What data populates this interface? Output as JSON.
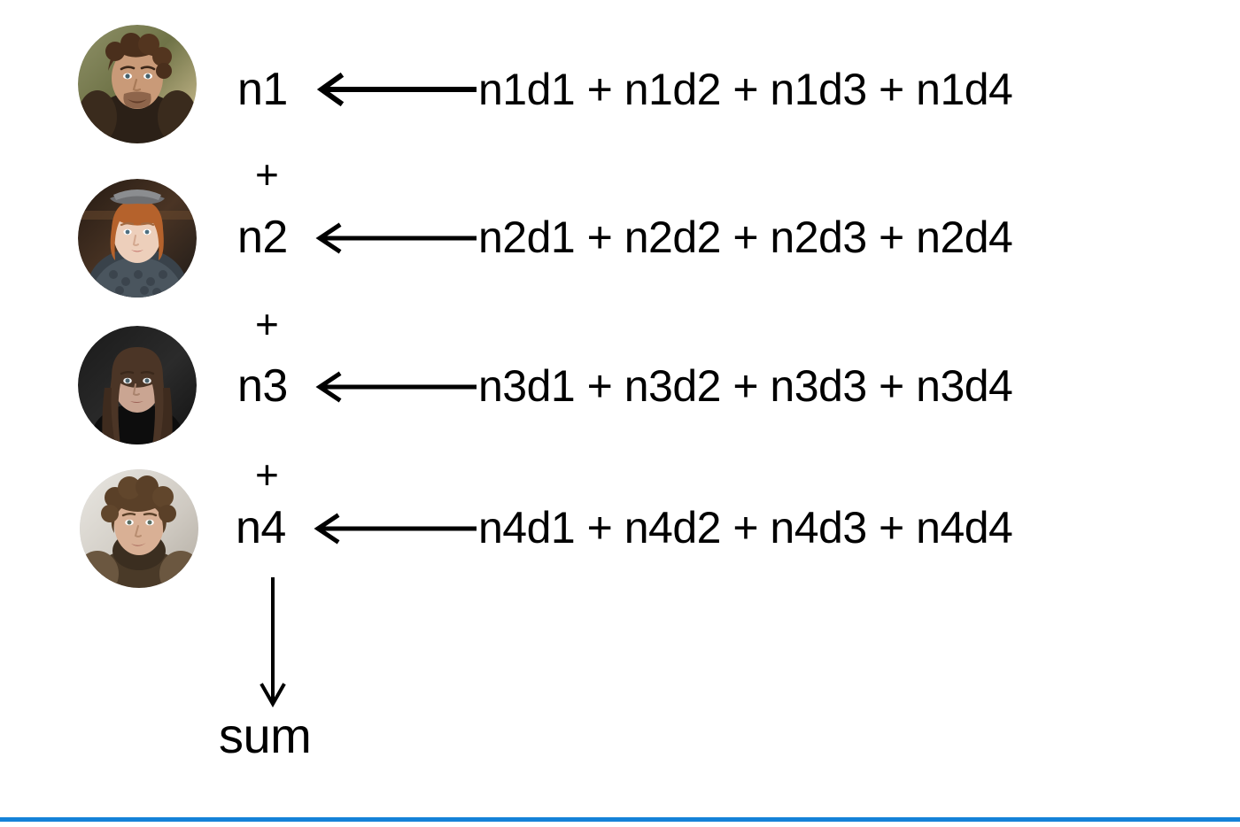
{
  "diagram": {
    "type": "flow-equation",
    "description": "Four node rows, each node equals a sum of four terms; the four nodes are added together to produce a total.",
    "rows": [
      {
        "avatar_name": "avatar-person-1",
        "node_label": "n1",
        "arrow": "left-arrow",
        "terms": [
          "n1d1",
          "n1d2",
          "n1d3",
          "n1d4"
        ],
        "operators": [
          "+",
          "+",
          "+"
        ],
        "expression": "n1d1  + n1d2 +  n1d3 + n1d4"
      },
      {
        "avatar_name": "avatar-person-2",
        "node_label": "n2",
        "arrow": "left-arrow",
        "terms": [
          "n2d1",
          "n2d2",
          "n2d3",
          "n2d4"
        ],
        "operators": [
          "+",
          "+",
          "+"
        ],
        "expression": "n2d1 + n2d2 + n2d3 + n2d4"
      },
      {
        "avatar_name": "avatar-person-3",
        "node_label": "n3",
        "arrow": "left-arrow",
        "terms": [
          "n3d1",
          "n3d2",
          "n3d3",
          "n3d4"
        ],
        "operators": [
          "+",
          "+",
          "+"
        ],
        "expression": "n3d1 + n3d2 + n3d3 + n3d4"
      },
      {
        "avatar_name": "avatar-person-4",
        "node_label": "n4",
        "arrow": "left-arrow",
        "terms": [
          "n4d1",
          "n4d2",
          "n4d3",
          "n4d4"
        ],
        "operators": [
          "+",
          "+",
          "+"
        ],
        "expression": "n4d1 + n4d2 + n4d3 + n4d4"
      }
    ],
    "between_row_operators": [
      "+",
      "+",
      "+"
    ],
    "result": {
      "arrow": "down-arrow",
      "label": "sum"
    }
  },
  "colors": {
    "text": "#000000",
    "background": "#ffffff",
    "arrow": "#000000",
    "bottom_rule": "#1482d8"
  }
}
